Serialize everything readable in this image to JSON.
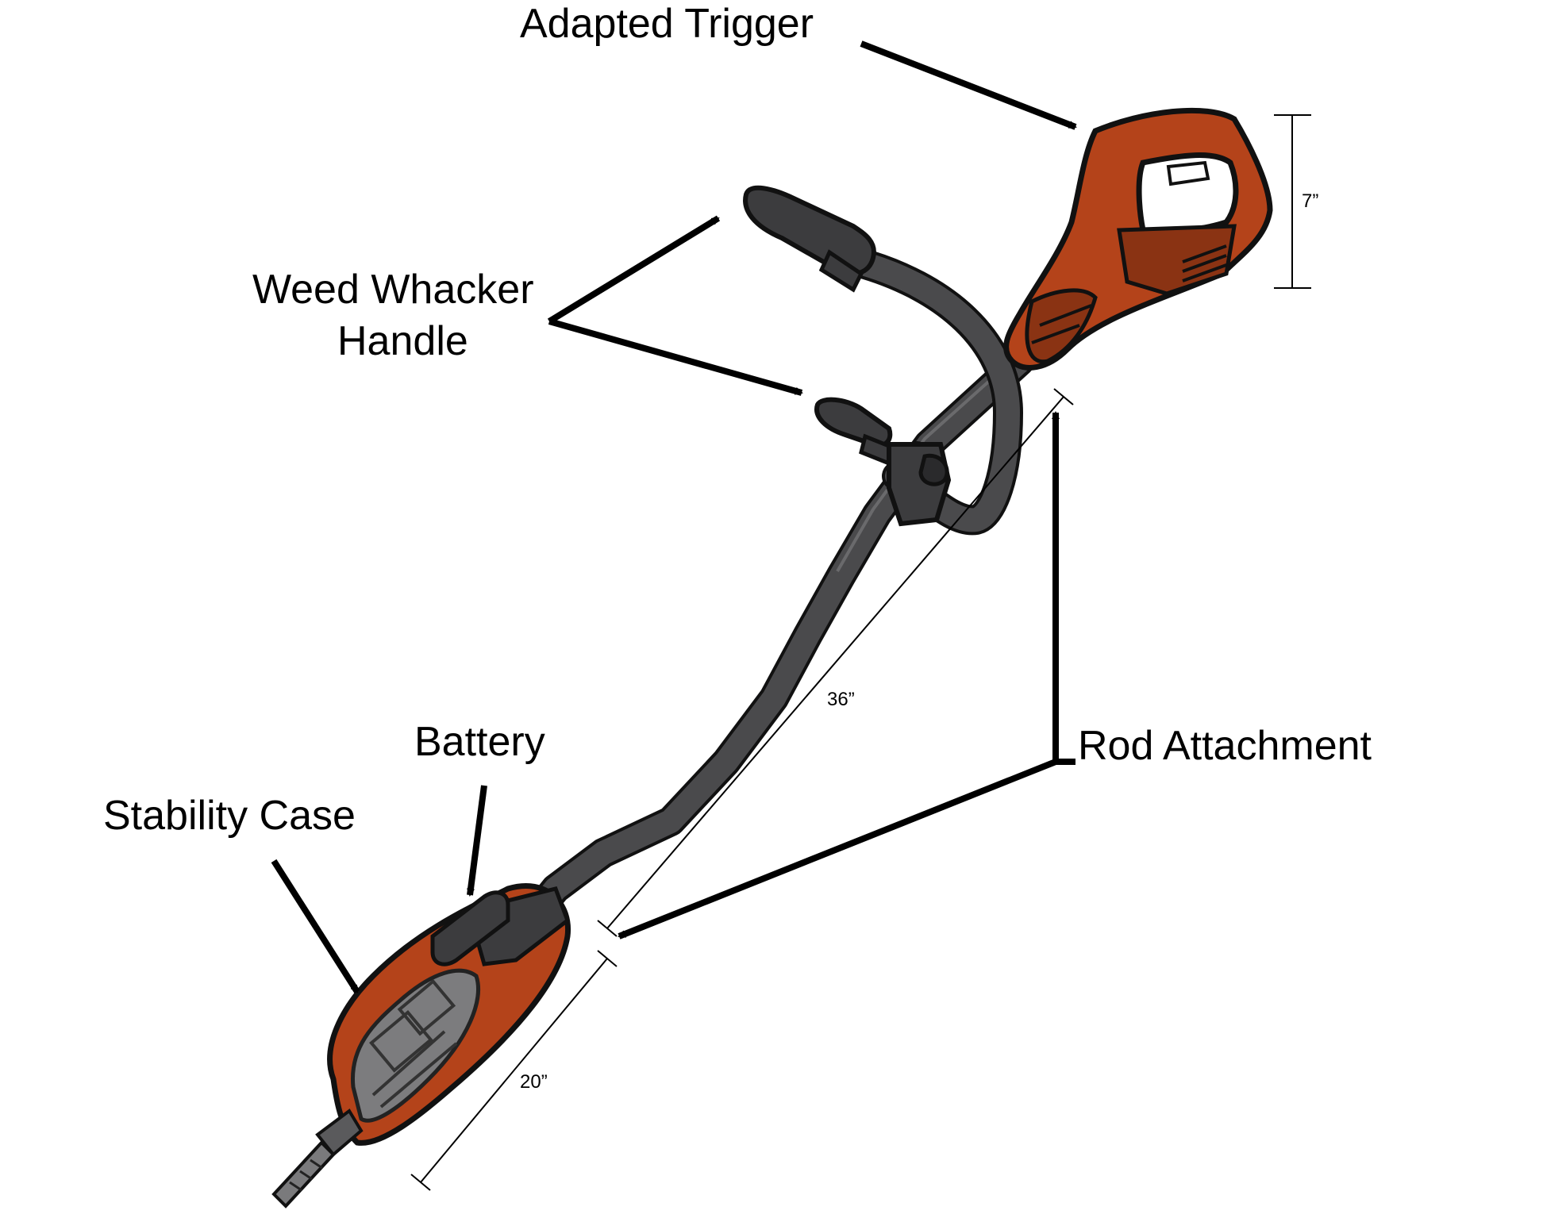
{
  "labels": {
    "adapted_trigger": "Adapted Trigger",
    "weed_whacker_handle_line1": "Weed Whacker",
    "weed_whacker_handle_line2": "Handle",
    "battery": "Battery",
    "stability_case": "Stability Case",
    "rod_attachment": "Rod Attachment"
  },
  "dimensions": {
    "trigger_height": "7”",
    "rod_length": "36”",
    "case_length": "20”"
  },
  "colors": {
    "housing_orange": "#b4431a",
    "housing_dark_orange": "#7e2c0f",
    "rod_gray": "#4a4a4c",
    "outline": "#111111",
    "case_gray": "#7c7c7e"
  }
}
